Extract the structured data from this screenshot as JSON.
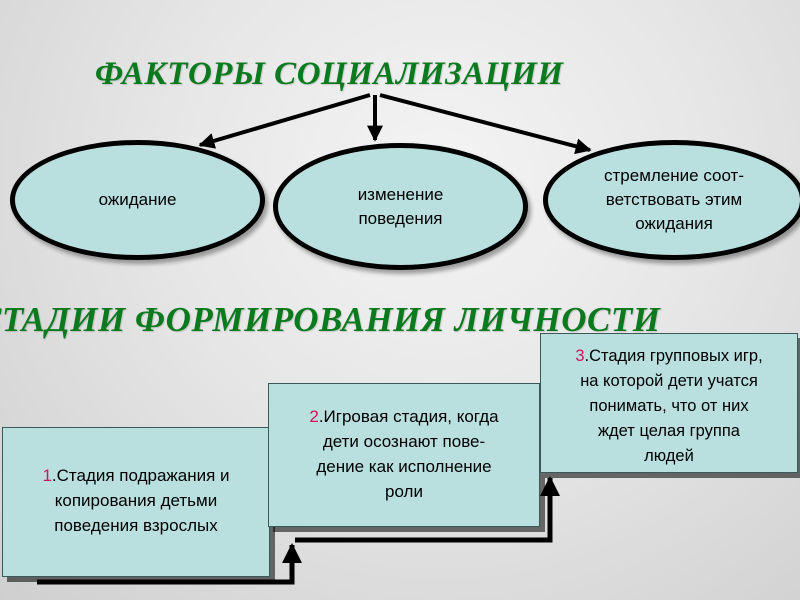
{
  "titles": {
    "factors": "ФАКТОРЫ СОЦИАЛИЗАЦИИ",
    "stages": "СТАДИИ ФОРМИРОВАНИЯ ЛИЧНОСТИ"
  },
  "factors": [
    {
      "lines": [
        "ожидание"
      ]
    },
    {
      "lines": [
        "изменение",
        "поведения"
      ]
    },
    {
      "lines": [
        "стремление соот-",
        "ветствовать этим",
        "ожидания"
      ]
    }
  ],
  "stages": [
    {
      "number": "1",
      "lines": [
        ".Стадия подражания и",
        "копирования детьми",
        "поведения взрослых"
      ]
    },
    {
      "number": "2",
      "lines": [
        ".Игровая стадия, когда",
        "дети осознают пове-",
        "дение как исполнение",
        "роли"
      ]
    },
    {
      "number": "3",
      "lines": [
        ".Стадия групповых игр,",
        "на которой дети учатся",
        "понимать, что от них",
        "ждет целая группа",
        "людей"
      ]
    }
  ],
  "colors": {
    "title": "#0b7a1e",
    "fill": "#b9dfdf",
    "number": "#d4145a",
    "outline": "#000000"
  }
}
